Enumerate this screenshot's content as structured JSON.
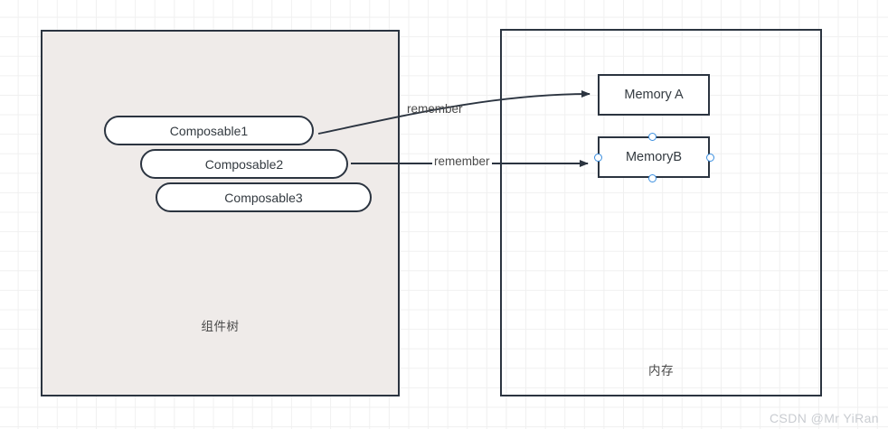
{
  "diagram": {
    "title_watermark": "CSDN @Mr YiRan",
    "accent_handle_color": "#3b8fe0",
    "border_color": "#2b3440",
    "tree_panel_fill": "#efebe9"
  },
  "tree_panel": {
    "caption": "组件树",
    "nodes": [
      {
        "label": "Composable1"
      },
      {
        "label": "Composable2"
      },
      {
        "label": "Composable3"
      }
    ]
  },
  "memory_panel": {
    "caption": "内存",
    "boxes": [
      {
        "label": "Memory A",
        "selected": false
      },
      {
        "label": "MemoryB",
        "selected": true
      }
    ]
  },
  "edges": [
    {
      "label": "remember",
      "from": "Composable1",
      "to": "Memory A"
    },
    {
      "label": "remember",
      "from": "Composable2",
      "to": "MemoryB"
    }
  ]
}
